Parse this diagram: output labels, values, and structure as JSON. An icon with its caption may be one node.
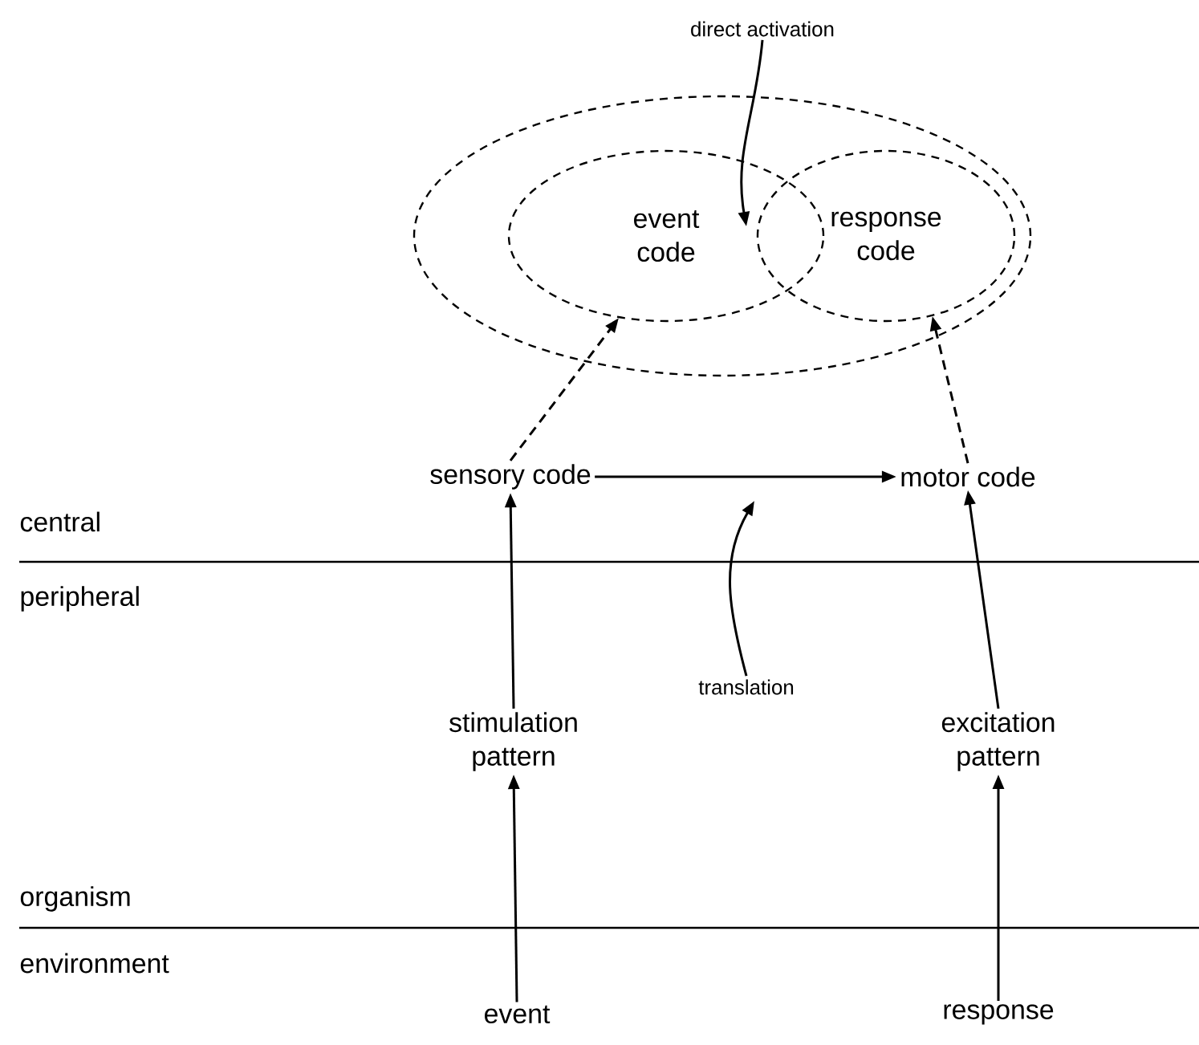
{
  "diagram": {
    "nodes": [
      {
        "text": [],
        "shape": "ellipse"
      },
      {
        "text": [
          "event code"
        ],
        "in": 0
      },
      {
        "text": [
          "response code"
        ],
        "in": 0
      },
      {
        "text": [
          "sensory code"
        ]
      },
      {
        "text": [
          "motor code"
        ]
      },
      {
        "text": [
          "stimulation pattern"
        ]
      },
      {
        "text": [
          "excitation pattern"
        ]
      },
      {
        "text": [
          "event"
        ]
      },
      {
        "text": [
          "response"
        ]
      },
      {
        "text": [
          "direct activation"
        ]
      },
      {
        "text": [
          "translation"
        ]
      }
    ],
    "edges": [
      {
        "from": 3,
        "to": 1,
        "arrow": "to",
        "style": "dashed"
      },
      {
        "from": 4,
        "to": 2,
        "arrow": "to",
        "style": "dashed"
      },
      {
        "from": 3,
        "to": 4,
        "arrow": "to"
      },
      {
        "from": 5,
        "to": 3,
        "arrow": "to"
      },
      {
        "from": 6,
        "to": 4,
        "arrow": "to"
      },
      {
        "from": 7,
        "to": 5,
        "arrow": "to"
      },
      {
        "from": 8,
        "to": 6,
        "arrow": "to"
      },
      {
        "from": 9,
        "to": 1,
        "arrow": "to"
      },
      {
        "from": 10,
        "to": null,
        "arrow": "to"
      }
    ],
    "labels": [
      "central",
      "peripheral",
      "organism",
      "environment"
    ]
  }
}
